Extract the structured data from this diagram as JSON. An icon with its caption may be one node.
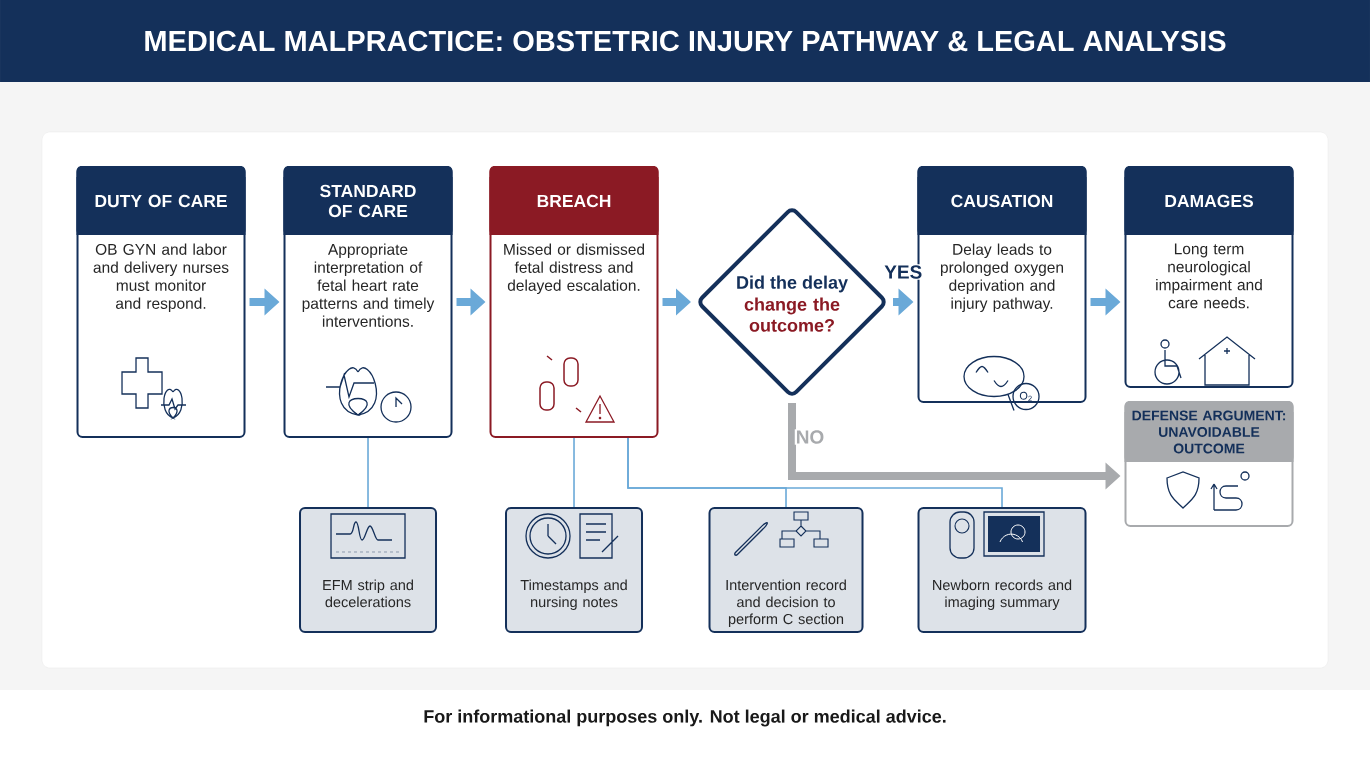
{
  "diagram": {
    "title": "MEDICAL MALPRACTICE: OBSTETRIC INJURY PATHWAY & LEGAL ANALYSIS",
    "caption": "For informational purposes only. Not legal or medical advice.",
    "nodes": [
      {
        "text": [
          "DUTY OF CARE",
          "OB GYN and labor and delivery nurses must monitor and respond."
        ]
      },
      {
        "text": [
          "STANDARD OF CARE",
          "Appropriate interpretation of fetal heart rate patterns and timely interventions."
        ]
      },
      {
        "text": [
          "BREACH",
          "Missed or dismissed fetal distress and delayed escalation."
        ]
      },
      {
        "text": [
          "Did the delay",
          "change the outcome?"
        ]
      },
      {
        "text": [
          "CAUSATION",
          "Delay leads to prolonged oxygen deprivation and injury pathway."
        ]
      },
      {
        "text": [
          "DAMAGES",
          "Long term neurological impairment and care needs."
        ]
      },
      {
        "text": [
          "DEFENSE ARGUMENT: UNAVOIDABLE OUTCOME"
        ]
      },
      {
        "text": [
          "EFM strip and decelerations"
        ]
      },
      {
        "text": [
          "Timestamps and nursing notes"
        ]
      },
      {
        "text": [
          "Intervention record and decision to perform C section"
        ]
      },
      {
        "text": [
          "Newborn records and imaging summary"
        ]
      }
    ],
    "edges": [
      {
        "from": 0,
        "to": 1,
        "arrow": "to"
      },
      {
        "from": 1,
        "to": 2,
        "arrow": "to"
      },
      {
        "from": 2,
        "to": 3,
        "arrow": "to"
      },
      {
        "from": 3,
        "to": 4,
        "arrow": "to",
        "label": "YES"
      },
      {
        "from": 4,
        "to": 5,
        "arrow": "to"
      },
      {
        "from": 3,
        "to": 6,
        "arrow": "to",
        "label": "NO",
        "color": "#a8aaad"
      },
      {
        "from": 1,
        "to": 7,
        "arrow": "none"
      },
      {
        "from": 2,
        "to": 8,
        "arrow": "none"
      },
      {
        "from": 2,
        "to": 9,
        "arrow": "none"
      },
      {
        "from": 2,
        "to": 10,
        "arrow": "none"
      }
    ],
    "labels": [
      "O$_{2}$"
    ]
  }
}
